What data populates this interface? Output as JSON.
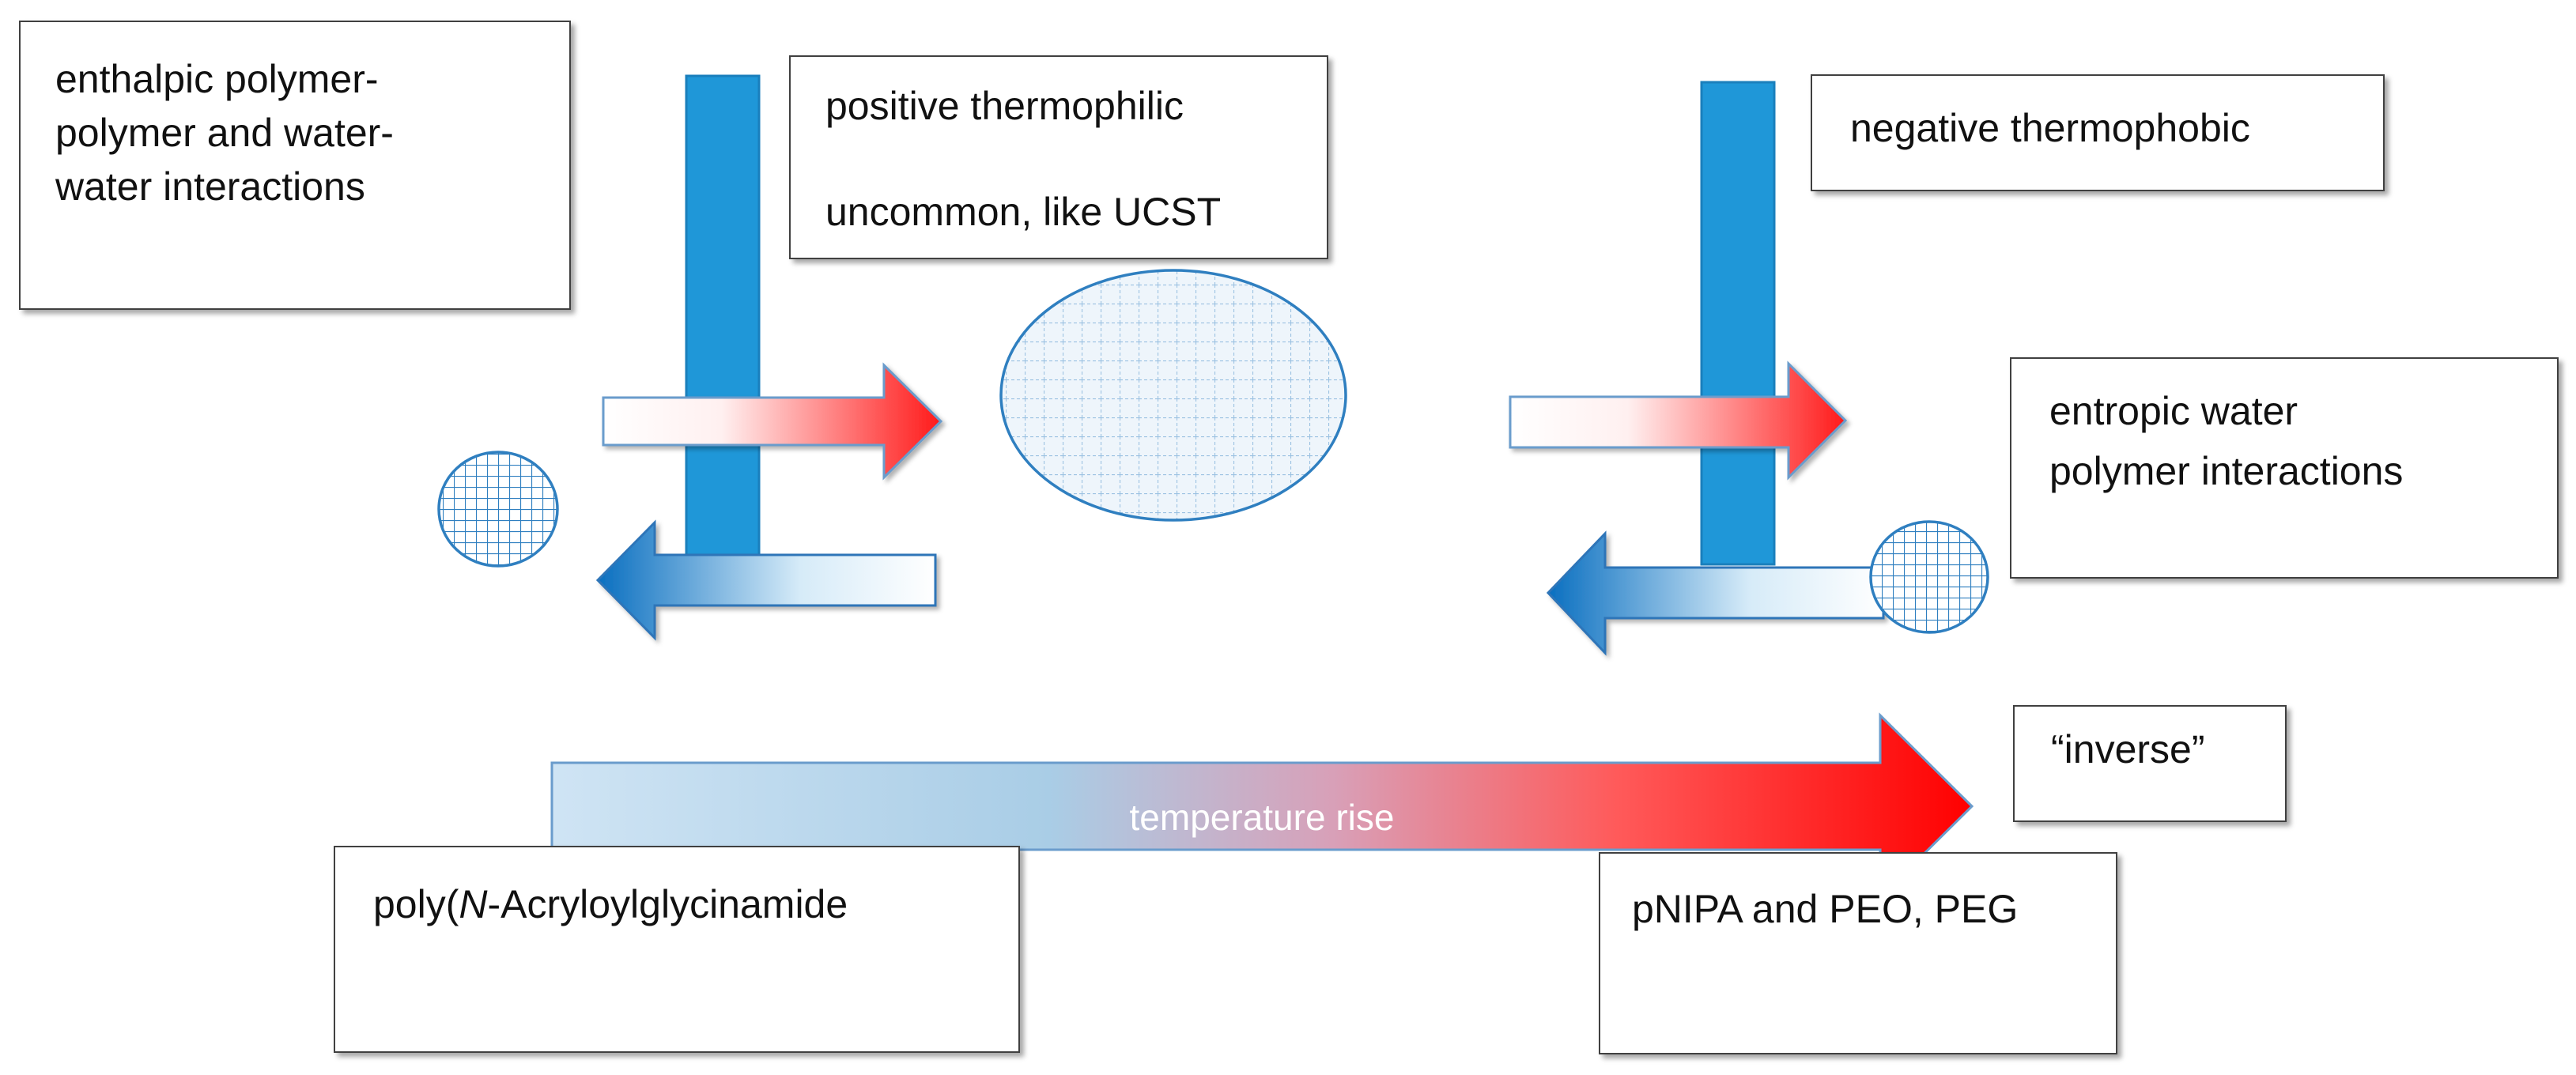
{
  "boxes": {
    "enthalpic": [
      "enthalpic polymer-",
      "polymer and water-",
      "water interactions"
    ],
    "positive": [
      "positive thermophilic",
      "uncommon, like UCST"
    ],
    "negative": [
      "negative thermophobic"
    ],
    "entropic": [
      "entropic water",
      "polymer interactions"
    ],
    "inverse": [
      "“inverse”"
    ],
    "pnipa": [
      "pNIPA and PEO, PEG"
    ],
    "poly": {
      "prefix": "poly(",
      "italic": "N",
      "suffix": "-Acryloylglycinamide"
    }
  },
  "arrow_label": "temperature rise",
  "colors": {
    "bar_blue": "#1f97d8",
    "arrow_red": "#ff1a1a",
    "arrow_blue": "#0a6fc0",
    "box_border": "#404040"
  }
}
